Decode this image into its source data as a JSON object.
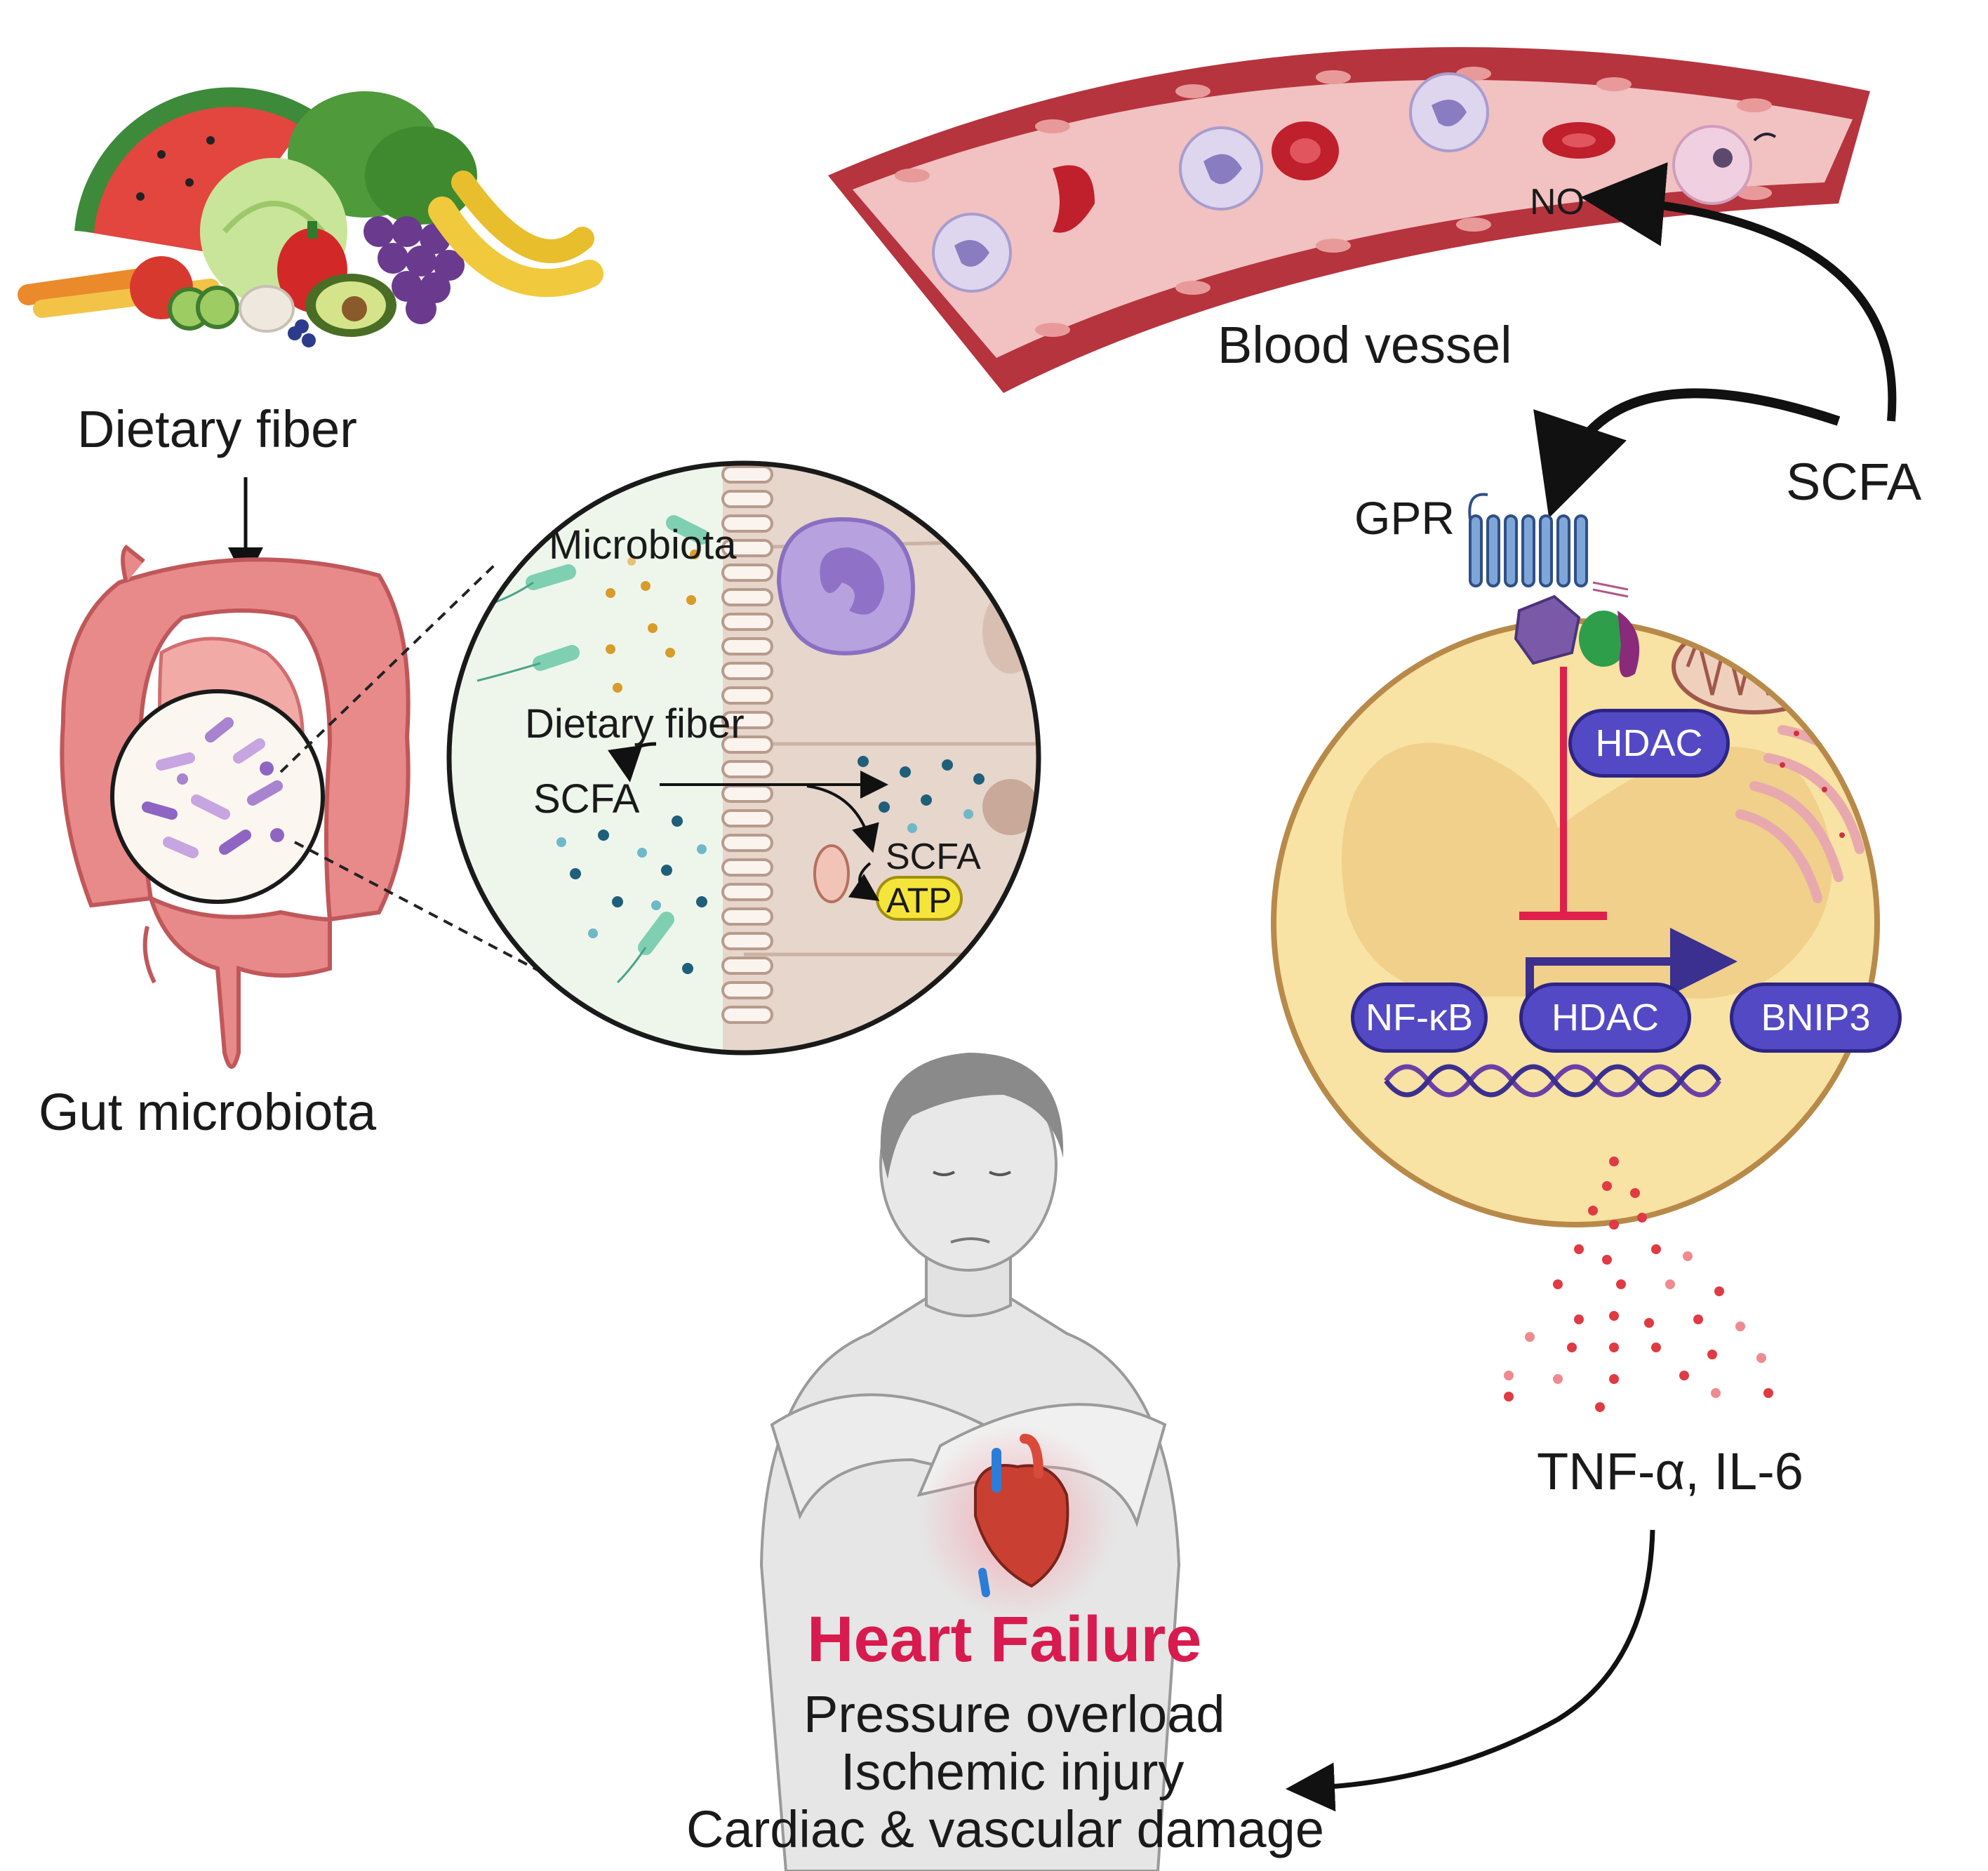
{
  "colors": {
    "heart_failure": "#d81b4e",
    "inhibition": "#e0204c",
    "protein_pill": "#5449c4",
    "cell_fill": "#f8e2a4",
    "cell_border": "#b88a4a",
    "vessel": "#b6343e",
    "vessel_lumen": "#f2c1c1",
    "atp": "#f5e53b",
    "cytokine_dots": "#e03a44"
  },
  "icons": {
    "food": "food-icon",
    "intestine": "intestine-icon",
    "magnifier": "zoom-circle-icon",
    "blood_vessel": "blood-vessel-icon",
    "cell": "cell-icon",
    "receptor": "gpr-receptor-icon",
    "mitochondrion": "mitochondrion-icon",
    "er": "endoplasmic-reticulum-icon",
    "dna": "dna-icon",
    "human": "human-figure-icon",
    "heart": "heart-icon"
  },
  "labels": {
    "dietary_fiber": "Dietary fiber",
    "gut_microbiota": "Gut microbiota",
    "zoom_microbiota": "Microbiota",
    "zoom_dietary_fiber": "Dietary fiber",
    "zoom_scfa_left": "SCFA",
    "zoom_scfa_right": "SCFA",
    "zoom_atp": "ATP",
    "blood_vessel": "Blood vessel",
    "no": "NO",
    "scfa": "SCFA",
    "gpr": "GPR",
    "hdac_top": "HDAC",
    "nfkb": "NF-κB",
    "hdac_bottom": "HDAC",
    "bnip3": "BNIP3",
    "cytokines": "TNF-α, IL-6",
    "heart_failure": "Heart Failure",
    "hf_item_1": "Pressure overload",
    "hf_item_2": "Ischemic injury",
    "hf_item_3": "Cardiac & vascular damage"
  }
}
